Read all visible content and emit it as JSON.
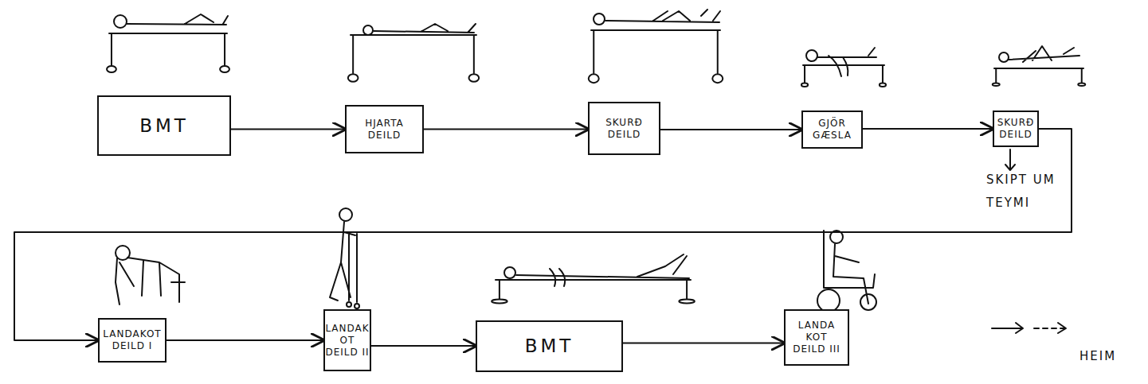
{
  "diagram": {
    "nodes": [
      {
        "text": [
          "BMT"
        ]
      },
      {
        "text": [
          "HJARTA DEILD"
        ]
      },
      {
        "text": [
          "SKURÐ DEILD"
        ]
      },
      {
        "text": [
          "GJÖR GÆSLA"
        ]
      },
      {
        "text": [
          "SKURÐ DEILD"
        ]
      },
      {
        "text": [
          "LANDAKOT DEILD I"
        ]
      },
      {
        "text": [
          "LANDAK OT DEILD II"
        ]
      },
      {
        "text": [
          "BMT"
        ]
      },
      {
        "text": [
          "LANDA KOT DEILD III"
        ]
      }
    ],
    "edges": [
      {
        "from": 0,
        "to": 1,
        "arrow": "to"
      },
      {
        "from": 1,
        "to": 2,
        "arrow": "to"
      },
      {
        "from": 2,
        "to": 3,
        "arrow": "to"
      },
      {
        "from": 3,
        "to": 4,
        "arrow": "to"
      },
      {
        "from": 4,
        "to": 5,
        "arrow": "to"
      },
      {
        "from": 5,
        "to": 6,
        "arrow": "to"
      },
      {
        "from": 6,
        "to": 7,
        "arrow": "to"
      },
      {
        "from": 7,
        "to": 8,
        "arrow": "to"
      }
    ],
    "labels": [
      "SKIPT UM TEYMI",
      "HEIM"
    ]
  }
}
